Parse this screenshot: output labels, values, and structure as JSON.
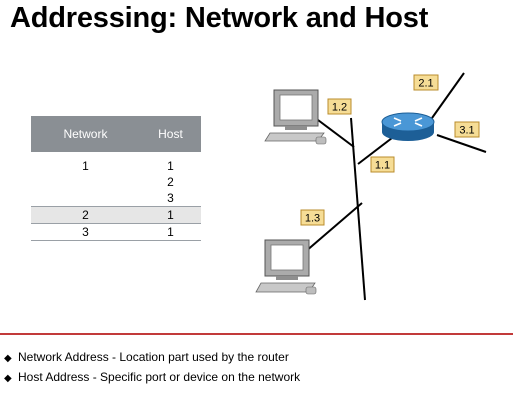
{
  "title": "Addressing: Network and Host",
  "table": {
    "headers": [
      "Network",
      "Host"
    ],
    "rows": [
      [
        "1",
        "1"
      ],
      [
        "",
        "2"
      ],
      [
        "",
        "3"
      ],
      [
        "2",
        "1"
      ],
      [
        "3",
        "1"
      ]
    ]
  },
  "diagram": {
    "labels": {
      "pc_top": "1.2",
      "pc_bottom": "1.3",
      "router_lan": "1.1",
      "router_net2": "2.1",
      "router_net3": "3.1"
    },
    "label_fill": "#f6dd96",
    "label_border": "#b98c2c",
    "router_color": "#2e7bbf"
  },
  "bullets": [
    "Network Address - Location part used by the router",
    "Host Address - Specific port or device on the network"
  ],
  "colors": {
    "table_header_bg": "#8a8f94",
    "shaded_row_bg": "#e6e6e6",
    "divider_red": "#c23a3a"
  }
}
